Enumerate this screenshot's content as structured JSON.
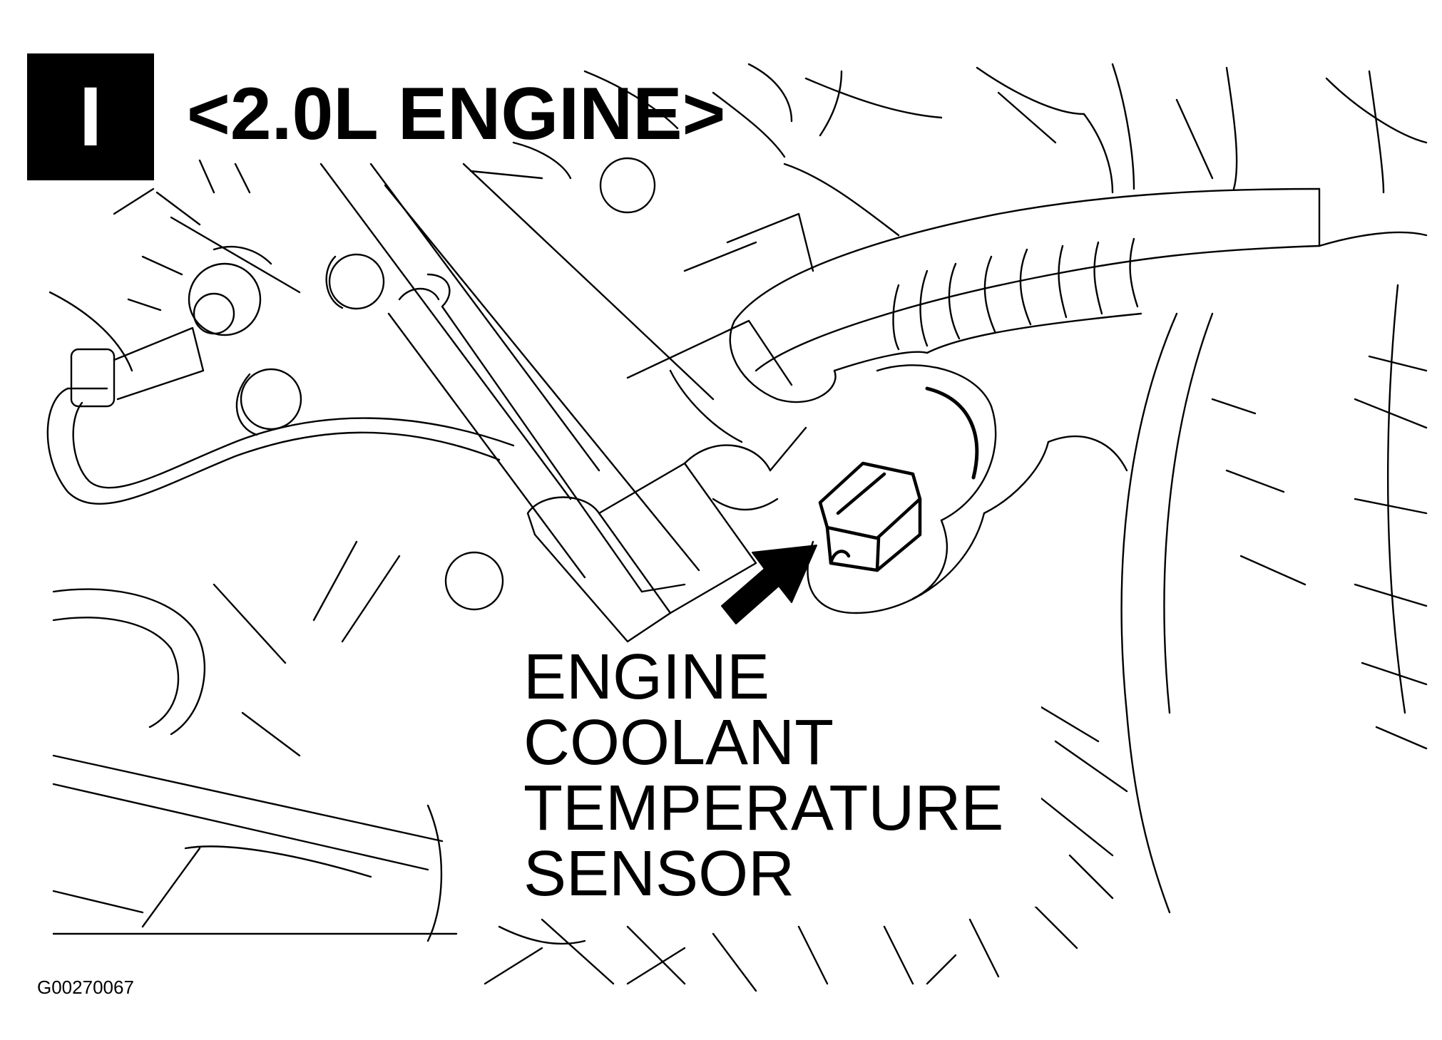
{
  "diagram": {
    "badge_letter": "I",
    "title": "<2.0L ENGINE>",
    "callout_lines": [
      "ENGINE",
      "COOLANT",
      "TEMPERATURE",
      "SENSOR"
    ],
    "figure_code": "G00270067",
    "colors": {
      "line": "#000000",
      "background": "#ffffff"
    },
    "icons": [
      "pointer-arrow-icon"
    ]
  }
}
